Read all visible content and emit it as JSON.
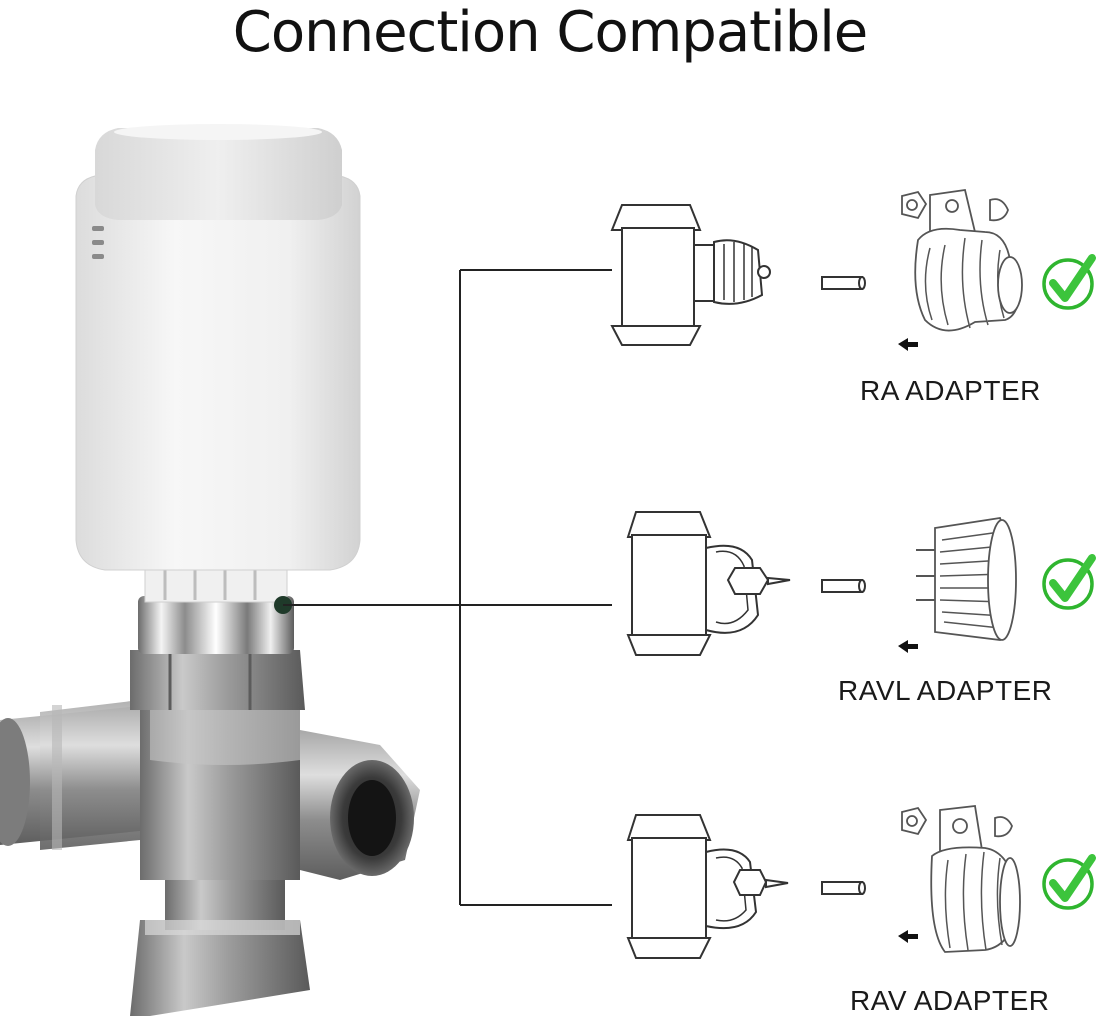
{
  "title": "Connection Compatible",
  "adapters": [
    {
      "label": "RA ADAPTER",
      "compatible": true
    },
    {
      "label": "RAVL ADAPTER",
      "compatible": true
    },
    {
      "label": "RAV ADAPTER",
      "compatible": true
    }
  ],
  "colors": {
    "check_ring": "#2fb52f",
    "check_mark": "#3cc43c",
    "line": "#222222",
    "thermostat_body": "#f2f2f2",
    "valve_metal": "#8a8a8a"
  },
  "icons": {
    "compatible": "check-circle-icon",
    "direction": "arrow-left-icon"
  }
}
